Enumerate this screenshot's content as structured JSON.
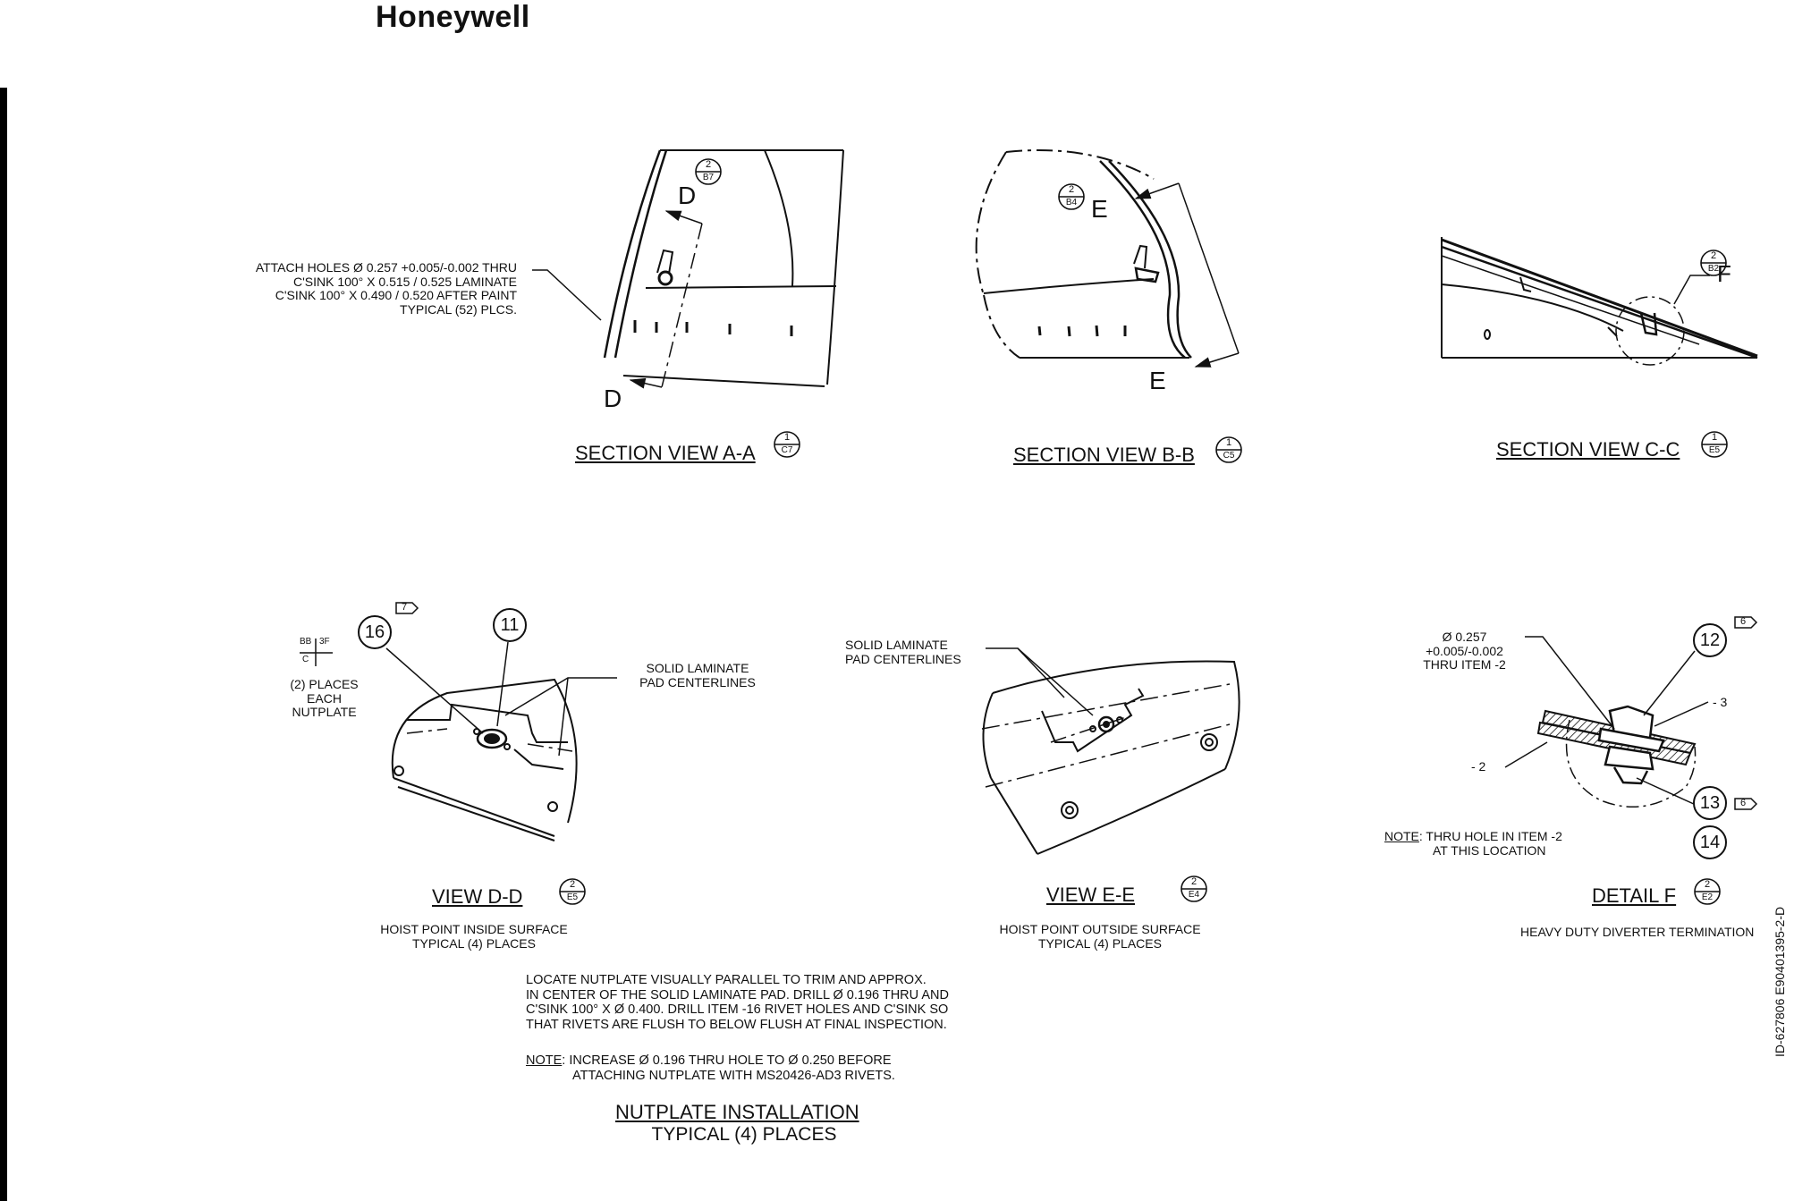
{
  "brand": {
    "logo_text": "Honeywell"
  },
  "doc_id": "ID-627806   E90401395-2-D",
  "section_a": {
    "title": "SECTION VIEW A-A",
    "ref_top": "1",
    "ref_bottom": "C7",
    "cut_label_top": "D",
    "cut_label_bottom": "D",
    "cut_ref_top": "2",
    "cut_ref_bottom": "B7",
    "attach_note": [
      "ATTACH HOLES Ø 0.257 +0.005/-0.002 THRU",
      "C'SINK 100° X 0.515 / 0.525 LAMINATE",
      "C'SINK 100° X 0.490 / 0.520 AFTER PAINT",
      "TYPICAL (52) PLCS."
    ]
  },
  "section_b": {
    "title": "SECTION VIEW B-B",
    "ref_top": "1",
    "ref_bottom": "C5",
    "cut_label_top": "E",
    "cut_label_bottom": "E",
    "cut_ref_top": "2",
    "cut_ref_bottom": "B4"
  },
  "section_c": {
    "title": "SECTION VIEW C-C",
    "ref_top": "1",
    "ref_bottom": "E5",
    "detail_label": "F",
    "detail_ref_top": "2",
    "detail_ref_bottom": "B2"
  },
  "view_d": {
    "title": "VIEW D-D",
    "ref_top": "2",
    "ref_bottom": "E5",
    "sub": [
      "HOIST POINT INSIDE SURFACE",
      "TYPICAL (4) PLACES"
    ],
    "callout_16": "16",
    "callout_11": "11",
    "flag": "7",
    "frame_tl": "BB",
    "frame_tr": "3F",
    "frame_bl": "C",
    "places_note": [
      "(2) PLACES",
      "EACH",
      "NUTPLATE"
    ],
    "pad_note": [
      "SOLID LAMINATE",
      "PAD CENTERLINES"
    ]
  },
  "view_e": {
    "title": "VIEW E-E",
    "ref_top": "2",
    "ref_bottom": "E4",
    "sub": [
      "HOIST POINT OUTSIDE SURFACE",
      "TYPICAL (4) PLACES"
    ],
    "pad_note": [
      "SOLID LAMINATE",
      "PAD CENTERLINES"
    ]
  },
  "detail_f": {
    "title": "DETAIL F",
    "ref_top": "2",
    "ref_bottom": "E2",
    "hole_note": [
      "Ø 0.257",
      "+0.005/-0.002",
      "THRU ITEM -2"
    ],
    "callout_12": "12",
    "callout_13": "13",
    "callout_14": "14",
    "flag": "6",
    "dash3": "- 3",
    "dash2": "- 2",
    "note_word": "NOTE",
    "note": [
      ": THRU HOLE IN ITEM -2",
      "AT THIS LOCATION"
    ],
    "caption": "HEAVY DUTY DIVERTER TERMINATION"
  },
  "nutplate": {
    "lines": [
      "LOCATE NUTPLATE VISUALLY PARALLEL TO TRIM AND APPROX.",
      "IN CENTER OF THE SOLID LAMINATE PAD.  DRILL Ø 0.196 THRU AND",
      "C'SINK 100° X Ø 0.400.  DRILL ITEM -16 RIVET HOLES AND C'SINK SO",
      "THAT RIVETS ARE FLUSH TO BELOW FLUSH AT FINAL INSPECTION."
    ],
    "note_word": "NOTE",
    "note_lines": [
      ": INCREASE Ø 0.196 THRU HOLE TO Ø 0.250 BEFORE",
      "ATTACHING NUTPLATE WITH MS20426-AD3 RIVETS."
    ],
    "title": "NUTPLATE INSTALLATION",
    "subtitle": "TYPICAL (4) PLACES"
  }
}
